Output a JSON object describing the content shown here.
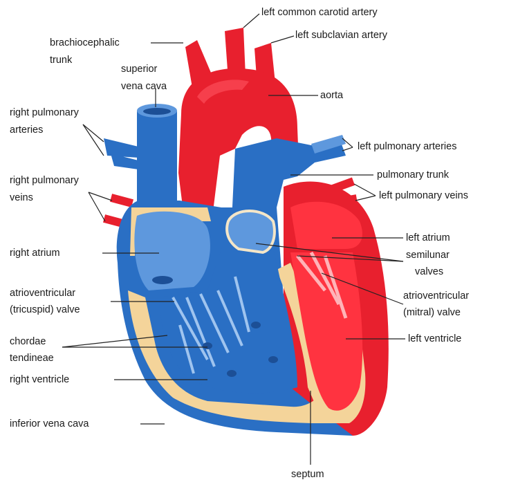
{
  "colors": {
    "artery_red": "#e8202e",
    "artery_dark": "#b3141f",
    "vein_blue": "#2a6fc4",
    "vein_light": "#5e98dd",
    "vein_dark": "#1c4f96",
    "myocardium": "#f4d49a",
    "leader_line": "#222222"
  },
  "labels": {
    "left_common_carotid": "left common carotid artery",
    "left_subclavian": "left subclavian artery",
    "brachiocephalic_1": "brachiocephalic",
    "brachiocephalic_2": "trunk",
    "svc_1": "superior",
    "svc_2": "vena cava",
    "aorta": "aorta",
    "right_pulm_art_1": "right pulmonary",
    "right_pulm_art_2": "arteries",
    "left_pulm_art": "left pulmonary arteries",
    "pulmonary_trunk": "pulmonary trunk",
    "right_pulm_veins_1": "right pulmonary",
    "right_pulm_veins_2": "veins",
    "left_pulm_veins": "left pulmonary veins",
    "left_atrium": "left atrium",
    "right_atrium": "right atrium",
    "semilunar_1": "semilunar",
    "semilunar_2": "valves",
    "av_tricuspid_1": "atrioventricular",
    "av_tricuspid_2": "(tricuspid) valve",
    "av_mitral_1": "atrioventricular",
    "av_mitral_2": "(mitral) valve",
    "chordae_1": "chordae",
    "chordae_2": "tendineae",
    "left_ventricle": "left ventricle",
    "right_ventricle": "right ventricle",
    "ivc": "inferior vena cava",
    "septum": "septum"
  }
}
